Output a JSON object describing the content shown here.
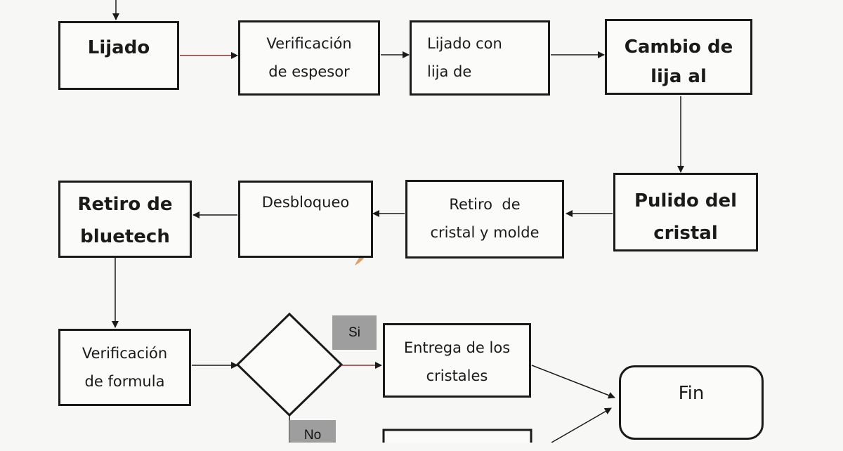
{
  "nodes": {
    "lijado": {
      "lines": [
        "Lijado"
      ]
    },
    "verificacion_espesor": {
      "lines": [
        "Verificación",
        "de espesor"
      ]
    },
    "lijado_lija": {
      "lines": [
        "Lijado con",
        "lija de"
      ]
    },
    "cambio_lija": {
      "lines": [
        "Cambio de",
        "lija al"
      ]
    },
    "pulido": {
      "lines": [
        "Pulido del",
        "cristal"
      ]
    },
    "retiro_cristal": {
      "lines": [
        "Retiro  de",
        "cristal y molde"
      ]
    },
    "desbloqueo": {
      "lines": [
        "Desbloqueo"
      ]
    },
    "retiro_bluetech": {
      "lines": [
        "Retiro de",
        "bluetech"
      ]
    },
    "verificacion_formula": {
      "lines": [
        "Verificación",
        "de formula"
      ]
    },
    "entrega": {
      "lines": [
        "Entrega de los",
        "cristales"
      ]
    },
    "fin": {
      "lines": [
        "Fin"
      ]
    }
  },
  "decision_labels": {
    "yes": "Si",
    "no": "No"
  },
  "colors": {
    "ink": "#1a1a1a",
    "tag": "#9e9e9e",
    "paper": "#f7f7f5"
  }
}
